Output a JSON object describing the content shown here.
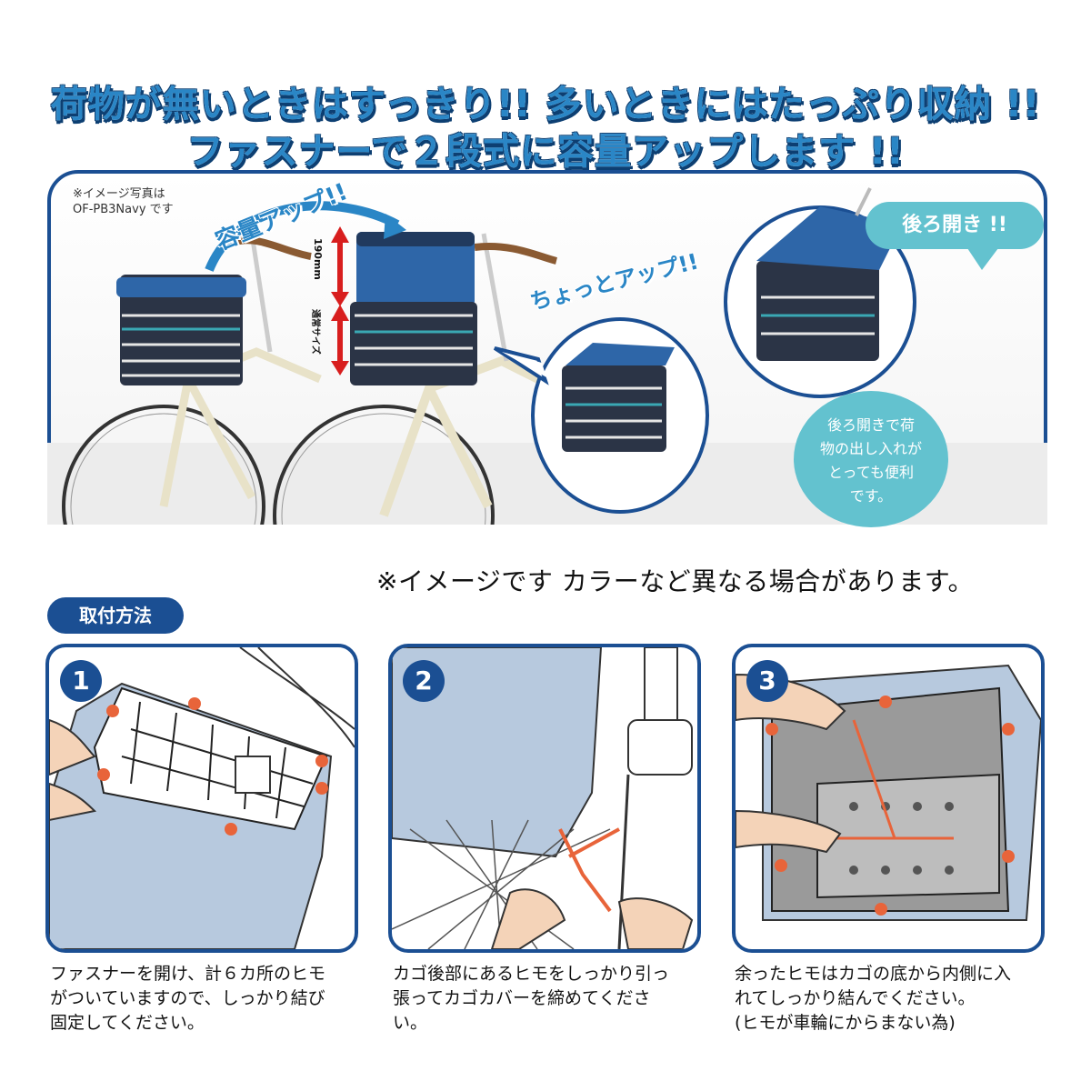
{
  "headline": {
    "line1": "荷物が無いときはすっきり!! 多いときにはたっぷり収納 !!",
    "line2": "ファスナーで２段式に容量アップします !!"
  },
  "hero": {
    "note": "※イメージ写真は\n OF-PB3Navy です",
    "capacity_up": "容量アップ!!",
    "small_up": "ちょっとアップ!!",
    "dim_190": "190mm",
    "dim_normal": "通常サイズ",
    "back_open": "後ろ開き !!",
    "back_open_desc": "後ろ開きで荷\n物の出し入れが\nとっても便利\nです。"
  },
  "image_note": "※イメージです カラーなど異なる場合があります。",
  "method": {
    "label": "取付方法"
  },
  "steps": [
    {
      "num": "1",
      "text": "ファスナーを開け、計６カ所のヒモ\nがついていますので、しっかり結び\n固定してください。"
    },
    {
      "num": "2",
      "text": "カゴ後部にあるヒモをしっかり引っ\n張ってカゴカバーを締めてくださ\nい。"
    },
    {
      "num": "3",
      "text": "余ったヒモはカゴの底から内側に入\nれてしっかり結んでください。\n(ヒモが車輪にからまない為)"
    }
  ],
  "colors": {
    "navy": "#1b4f93",
    "accent_blue": "#2a86c6",
    "teal": "#63c2cf",
    "cover_blue": "#b7c9de"
  }
}
